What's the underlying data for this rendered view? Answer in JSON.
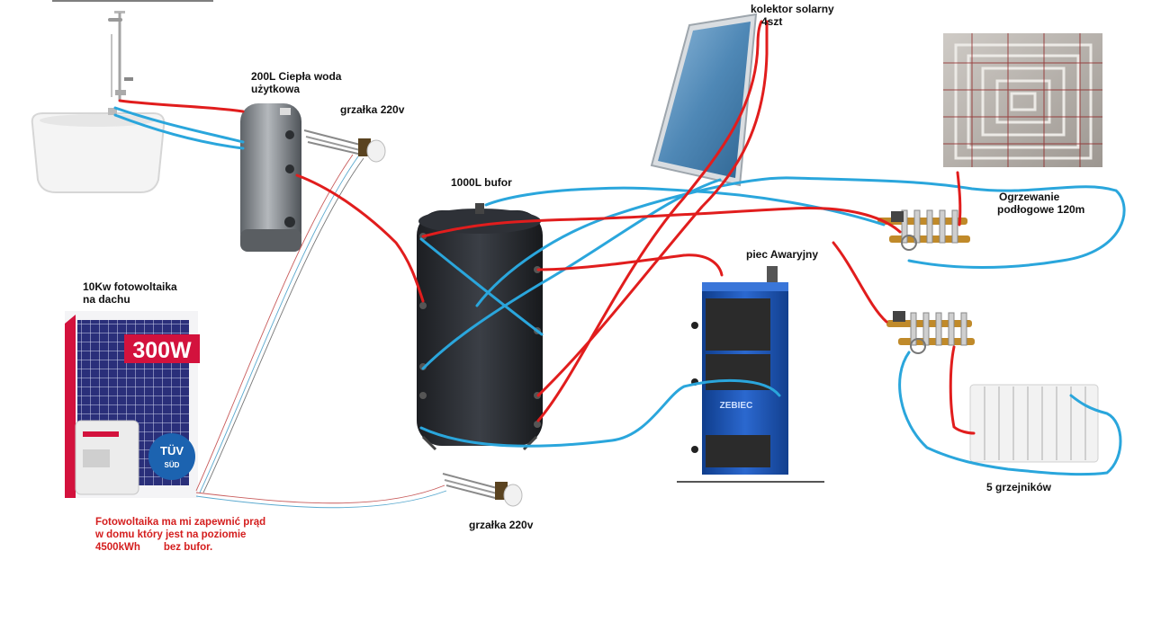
{
  "labels": {
    "boiler_line1": "200L Ciepła woda",
    "boiler_line2": "użytkowa",
    "heater_top": "grzałka 220v",
    "buffer": "1000L bufor",
    "solar_line1": "kolektor solarny",
    "solar_line2": "4szt",
    "floor_line1": "Ogrzewanie",
    "floor_line2": "podłogowe 120m",
    "stove": "piec Awaryjny",
    "pv_line1": "10Kw fotowoltaika",
    "pv_line2": "na dachu",
    "pv_badge": "300W",
    "tuv_line1": "TÜV",
    "tuv_line2": "SÜD",
    "stove_brand": "ZEBIEC",
    "radiators": "5 grzejników",
    "heater_bottom": "grzałka 220v",
    "note_line1": "Fotowoltaika ma mi zapewnić prąd",
    "note_line2": "w domu który jest na poziomie",
    "note_line3": "4500kWh",
    "note_line4": "bez bufor."
  },
  "colors": {
    "hot_pipe": "#e11d1d",
    "cold_pipe": "#2aa6dc",
    "buffer_tank": "#2a2d33",
    "boiler_tank": "#8a8f94",
    "solar_panel": "#4d8ab8",
    "stove": "#1f56b5",
    "note_text": "#d41e1e"
  }
}
